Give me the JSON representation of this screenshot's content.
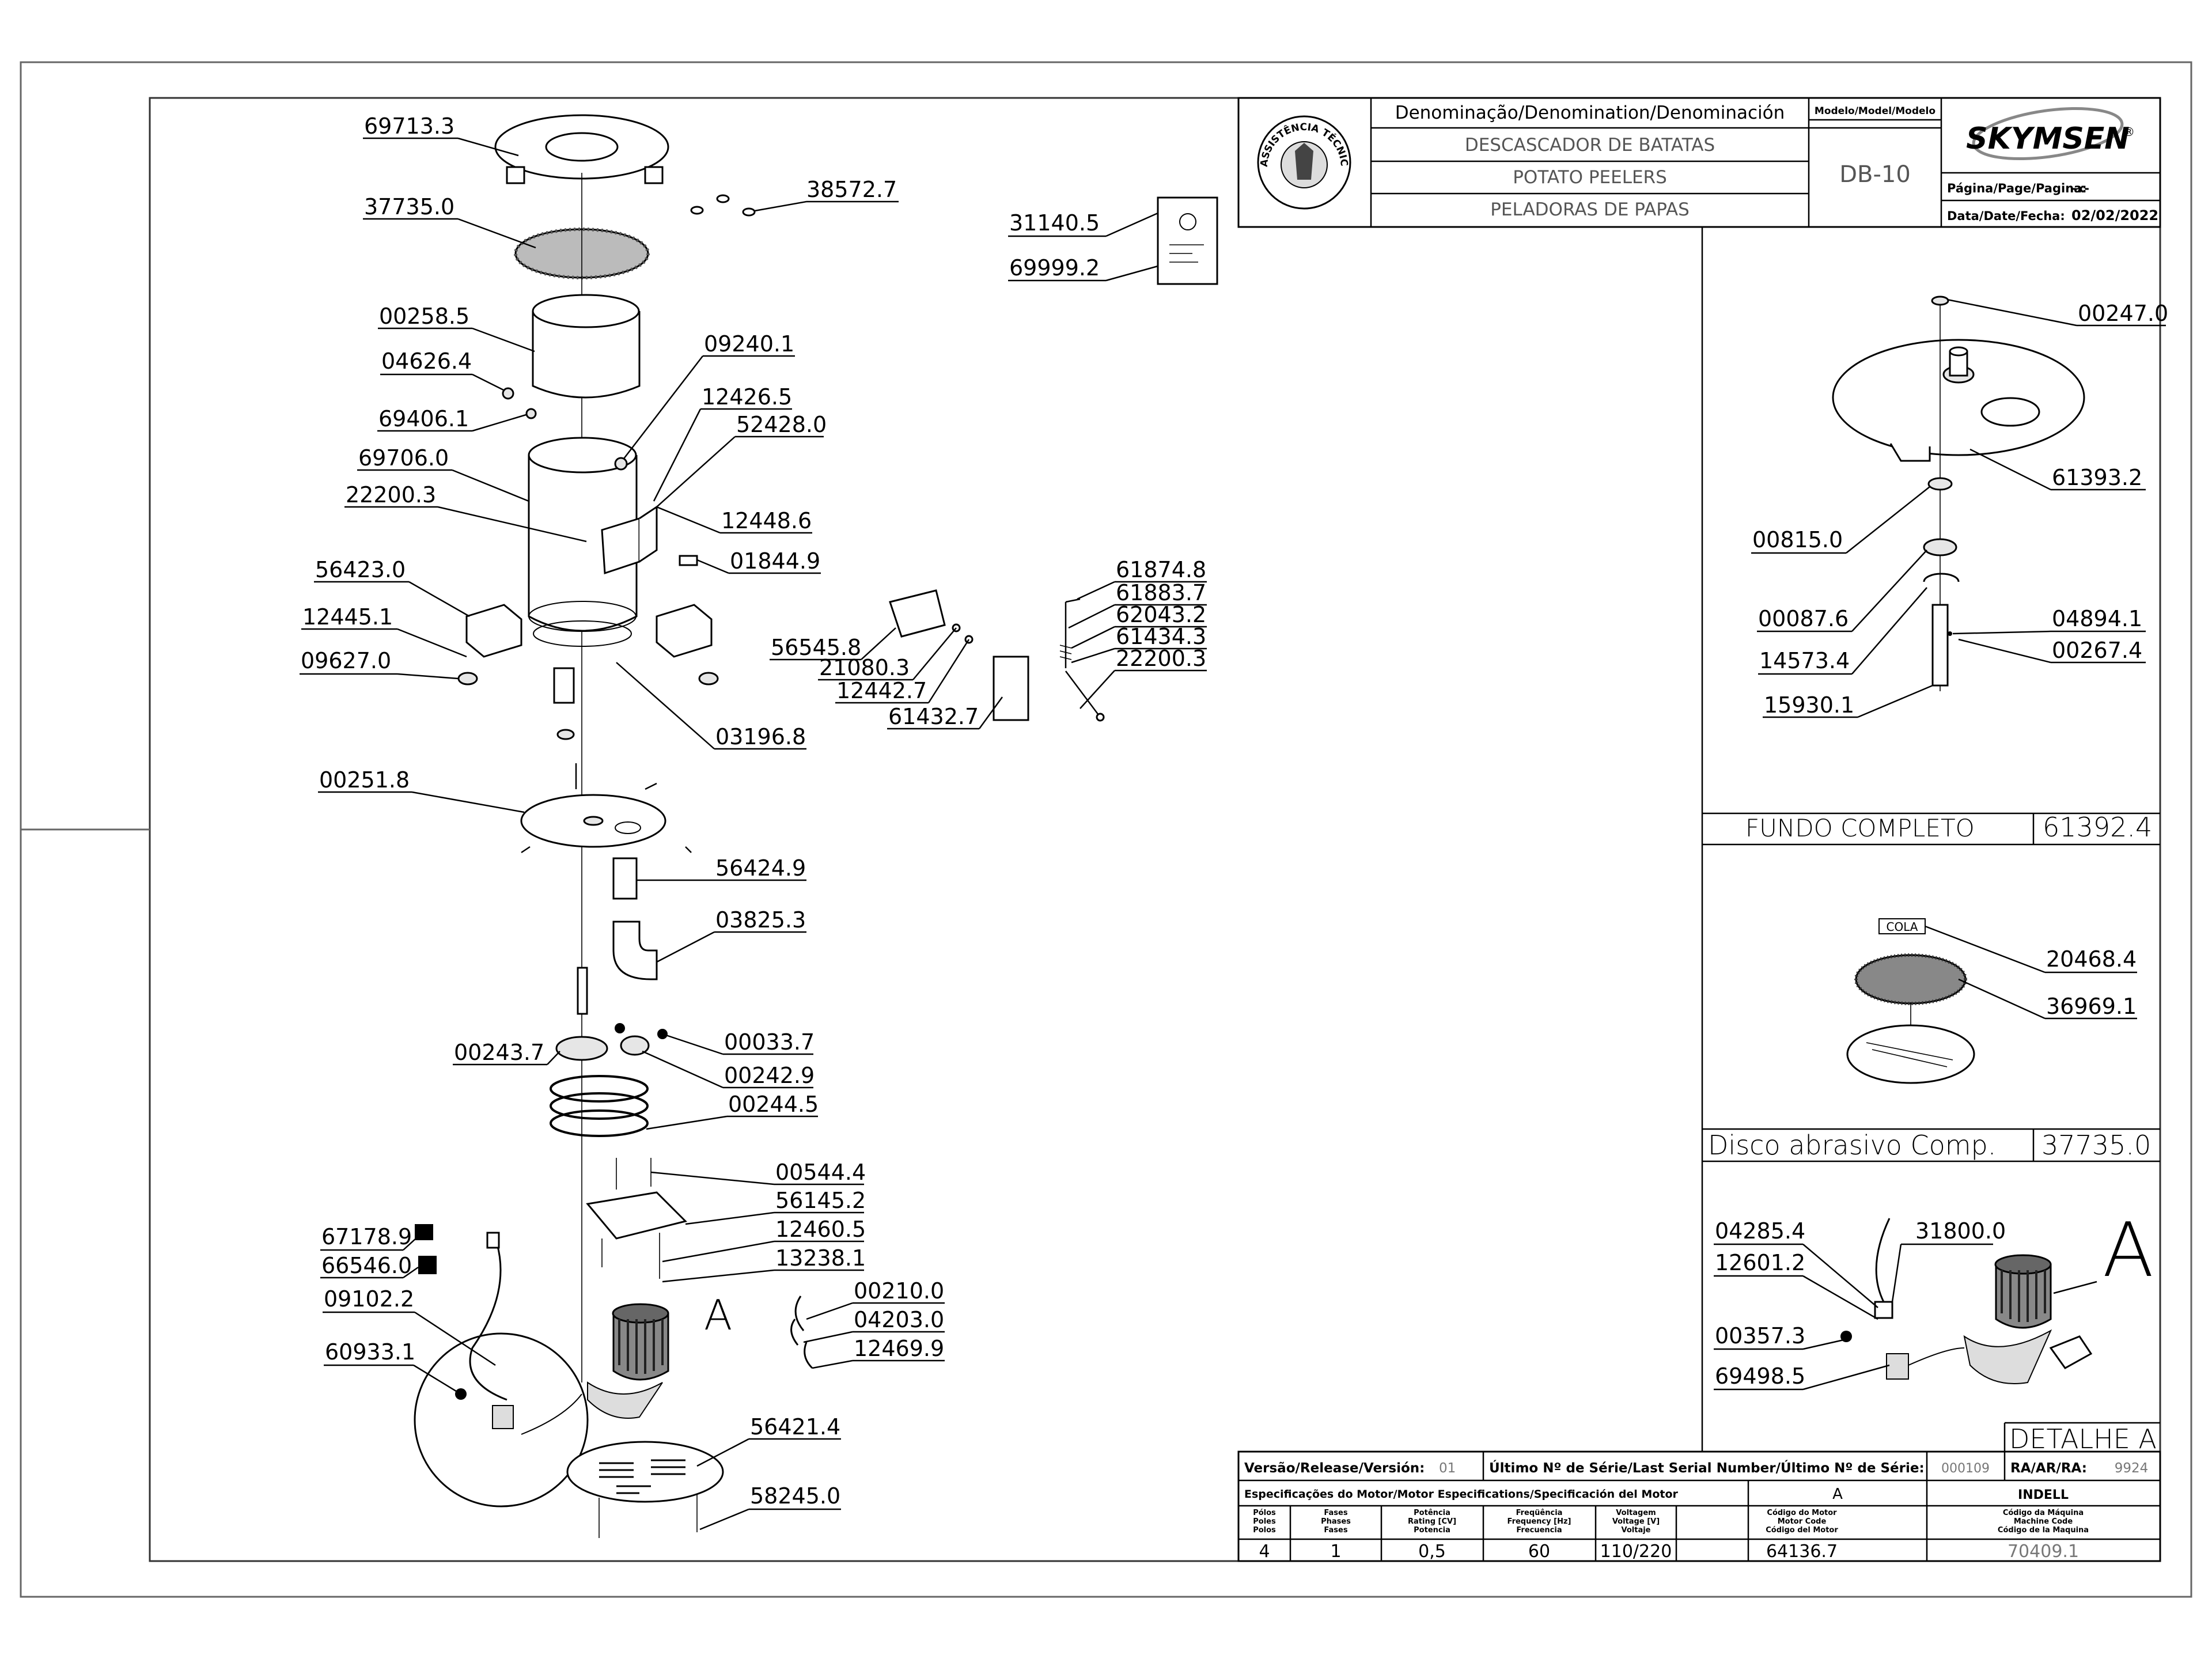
{
  "title_block": {
    "denomination_header": "Denominação/Denomination/Denominación",
    "model_header": "Modelo/Model/Modelo",
    "name_pt": "DESCASCADOR DE BATATAS",
    "name_en": "POTATO PEELERS",
    "name_es": "PELADORAS DE PAPAS",
    "model": "DB-10",
    "brand": "SKYMSEN",
    "brand_mark": "®",
    "page_label": "Página/Page/Pagina:",
    "page_value": "-x-",
    "date_label": "Data/Date/Fecha:",
    "date_value": "02/02/2022",
    "seal_text": "ASSISTÊNCIA TÉCNICA AUTORIZADA"
  },
  "main_parts": [
    {
      "code": "69713.3"
    },
    {
      "code": "38572.7"
    },
    {
      "code": "37735.0"
    },
    {
      "code": "31140.5"
    },
    {
      "code": "69999.2"
    },
    {
      "code": "00258.5"
    },
    {
      "code": "09240.1"
    },
    {
      "code": "04626.4"
    },
    {
      "code": "12426.5"
    },
    {
      "code": "69406.1"
    },
    {
      "code": "52428.0"
    },
    {
      "code": "69706.0"
    },
    {
      "code": "22200.3"
    },
    {
      "code": "12448.6"
    },
    {
      "code": "56423.0"
    },
    {
      "code": "01844.9"
    },
    {
      "code": "12445.1"
    },
    {
      "code": "09627.0"
    },
    {
      "code": "03196.8"
    },
    {
      "code": "56545.8"
    },
    {
      "code": "21080.3"
    },
    {
      "code": "12442.7"
    },
    {
      "code": "61432.7"
    },
    {
      "code": "61874.8"
    },
    {
      "code": "61883.7"
    },
    {
      "code": "62043.2"
    },
    {
      "code": "61434.3"
    },
    {
      "code": "22200.3"
    },
    {
      "code": "00251.8"
    },
    {
      "code": "56424.9"
    },
    {
      "code": "03825.3"
    },
    {
      "code": "00033.7"
    },
    {
      "code": "00243.7"
    },
    {
      "code": "00242.9"
    },
    {
      "code": "00244.5"
    },
    {
      "code": "00544.4"
    },
    {
      "code": "56145.2"
    },
    {
      "code": "12460.5"
    },
    {
      "code": "67178.9"
    },
    {
      "code": "13238.1"
    },
    {
      "code": "66546.0"
    },
    {
      "code": "09102.2"
    },
    {
      "code": "00210.0"
    },
    {
      "code": "04203.0"
    },
    {
      "code": "60933.1"
    },
    {
      "code": "12469.9"
    },
    {
      "code": "56421.4"
    },
    {
      "code": "58245.0"
    }
  ],
  "motor_ref_letter": "A",
  "detail_bottom": {
    "parts": [
      {
        "code": "00247.0"
      },
      {
        "code": "61393.2"
      },
      {
        "code": "00815.0"
      },
      {
        "code": "00087.6"
      },
      {
        "code": "04894.1"
      },
      {
        "code": "14573.4"
      },
      {
        "code": "00267.4"
      },
      {
        "code": "15930.1"
      }
    ],
    "caption": "FUNDO COMPLETO",
    "caption_code": "61392.4"
  },
  "detail_disc": {
    "glue_label": "COLA",
    "parts": [
      {
        "code": "20468.4"
      },
      {
        "code": "36969.1"
      }
    ],
    "caption": "Disco abrasivo Comp.",
    "caption_code": "37735.0"
  },
  "detail_a": {
    "parts": [
      {
        "code": "04285.4"
      },
      {
        "code": "31800.0"
      },
      {
        "code": "12601.2"
      },
      {
        "code": "00357.3"
      },
      {
        "code": "69498.5"
      }
    ],
    "letter": "A",
    "caption": "DETALHE A"
  },
  "footer": {
    "version_label": "Versão/Release/Versión:",
    "version_value": "01",
    "serial_label": "Último Nº de Série/Last Serial Number/Último Nº de Série:",
    "serial_value": "000109",
    "ra_label": "RA/AR/RA:",
    "ra_value": "9924",
    "motor_spec_label": "Especificações do Motor/Motor Especifications/Specificación del Motor",
    "motor_spec_col": "A",
    "indell": "INDELL",
    "col_poles": [
      "Pólos",
      "Poles",
      "Polos"
    ],
    "col_phases": [
      "Fases",
      "Phases",
      "Fases"
    ],
    "col_power": [
      "Potência",
      "Rating [CV]",
      "Potencia"
    ],
    "col_freq": [
      "Freqüência",
      "Frequency [Hz]",
      "Frecuencia"
    ],
    "col_voltage": [
      "Voltagem",
      "Voltage [V]",
      "Voltaje"
    ],
    "col_motor_code": [
      "Código do Motor",
      "Motor Code",
      "Código del Motor"
    ],
    "col_machine_code": [
      "Código da Máquina",
      "Machine Code",
      "Código de la Maquina"
    ],
    "poles": "4",
    "phases": "1",
    "power": "0,5",
    "frequency": "60",
    "voltage": "110/220",
    "motor_code": "64136.7",
    "machine_code": "70409.1"
  }
}
